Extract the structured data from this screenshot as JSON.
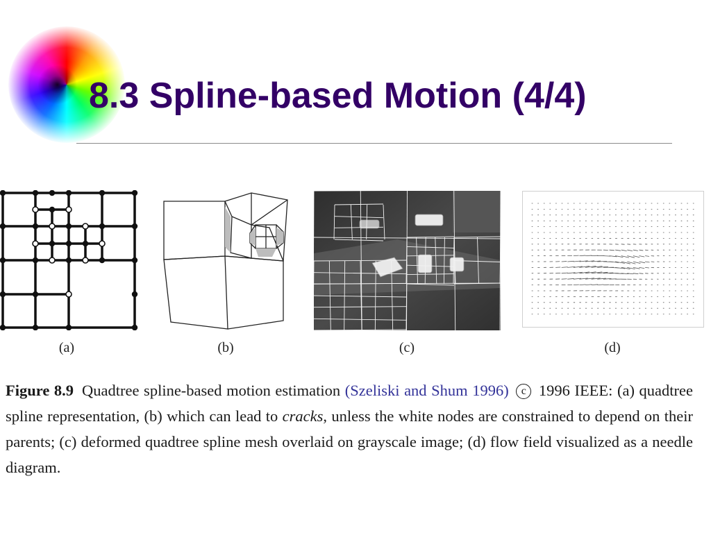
{
  "slide": {
    "title": "8.3 Spline-based Motion (4/4)"
  },
  "figure": {
    "panels": [
      {
        "id": "a",
        "label": "(a)"
      },
      {
        "id": "b",
        "label": "(b)"
      },
      {
        "id": "c",
        "label": "(c)"
      },
      {
        "id": "d",
        "label": "(d)"
      }
    ],
    "caption": {
      "label": "Figure 8.9",
      "part1": "Quadtree spline-based motion estimation ",
      "citation": "(Szeliski and Shum 1996)",
      "copyright_symbol": "c",
      "part2": " 1996 IEEE: (a) quadtree spline representation, (b) which can lead to ",
      "emphasis": "cracks",
      "part3": ", unless the white nodes are constrained to depend on their parents; (c) deformed quadtree spline mesh overlaid on grayscale image; (d) flow field visualized as a needle diagram."
    }
  },
  "colors": {
    "title": "#330066",
    "citation": "#333399",
    "rule": "#8a8a8a"
  }
}
